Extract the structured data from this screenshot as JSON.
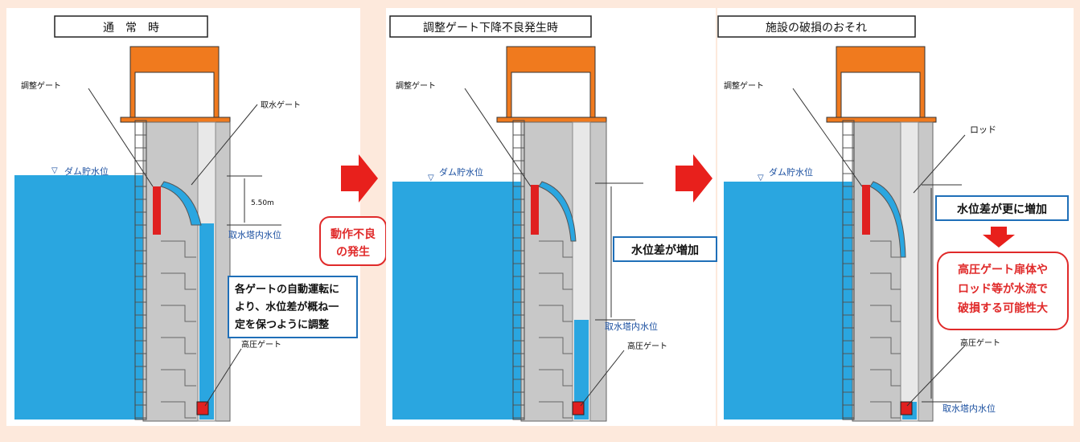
{
  "colors": {
    "background": "#fde9dc",
    "panel": "#ffffff",
    "reservoir": "#2aa6e0",
    "tower_wall": "#c8c8c8",
    "tower_wall_dark": "#a9a9a9",
    "roof": "#f07a1e",
    "gate": "#e02020",
    "arrow": "#e8201c",
    "callout_red": "#e02a2a",
    "callout_blue": "#1f6fb8",
    "label_blue": "#1a4fa0"
  },
  "panels": [
    {
      "title": "通　常　時",
      "adjust_gate": "調整ゲート",
      "intake_gate": "取水ゲート",
      "dam_level": "ダム貯水位",
      "head": "5.50m",
      "tower_level": "取水塔内水位",
      "high_pressure_gate": "高圧ゲート",
      "note": [
        "各ゲートの自動運転に",
        "より、水位差が概ね一",
        "定を保つように調整"
      ]
    },
    {
      "title": "調整ゲート下降不良発生時",
      "adjust_gate": "調整ゲート",
      "dam_level": "ダム貯水位",
      "diff_label": "水位差が増加",
      "tower_level": "取水塔内水位",
      "high_pressure_gate": "高圧ゲート"
    },
    {
      "title": "施設の破損のおそれ",
      "adjust_gate": "調整ゲート",
      "rod": "ロッド",
      "dam_level": "ダム貯水位",
      "diff_label": "水位差が更に増加",
      "danger": [
        "高圧ゲート扉体や",
        "ロッド等が水流で",
        "破損する可能性大"
      ],
      "high_pressure_gate": "高圧ゲート",
      "tower_level": "取水塔内水位"
    }
  ],
  "malfunction": [
    "動作不良",
    "の発生"
  ]
}
